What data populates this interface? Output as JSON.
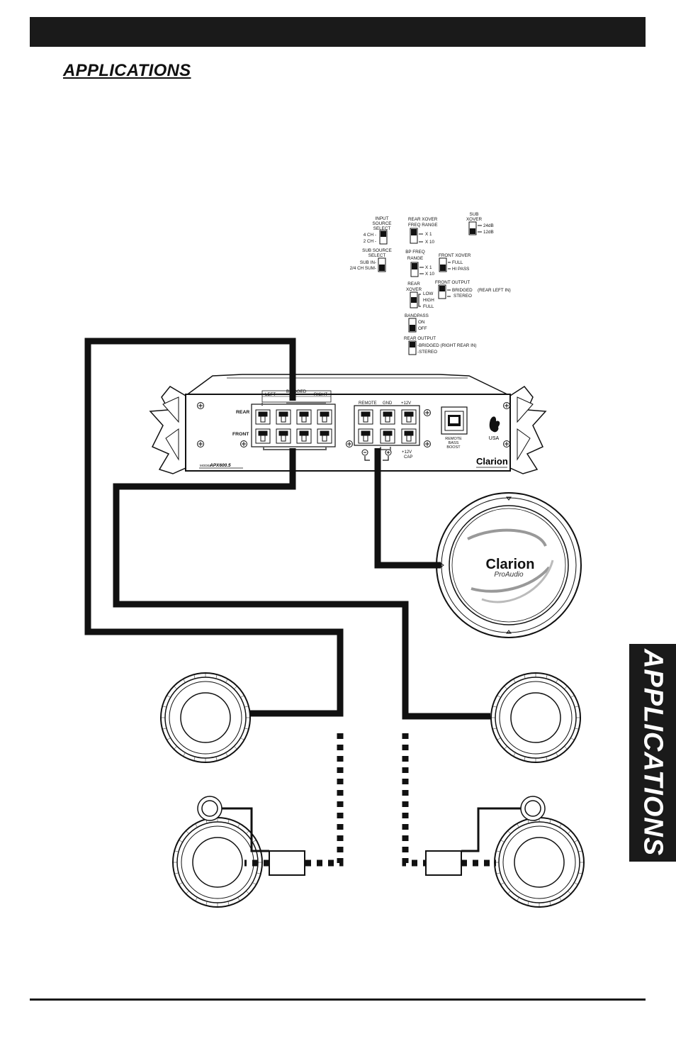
{
  "header": {
    "title": "APPLICATIONS"
  },
  "sidebar": {
    "tab_label": "APPLICATIONS"
  },
  "switches": {
    "input_source": {
      "title1": "INPUT",
      "title2": "SOURCE",
      "title3": "SELECT",
      "opt1": "4 CH -",
      "opt2": "2 CH -"
    },
    "sub_source": {
      "title1": "SUB SOURCE",
      "title2": "SELECT",
      "opt1": "SUB IN-",
      "opt2": "2/4 CH SUM-"
    },
    "rear_xover_freq": {
      "title1": "REAR XOVER",
      "title2": "FREQ RANGE",
      "opt1": "X 1",
      "opt2": "X 10"
    },
    "sub_xover": {
      "title1": "SUB",
      "title2": "XOVER",
      "opt1": "24dB",
      "opt2": "12dB"
    },
    "bp_freq": {
      "title1": "BP FREQ",
      "title2": "RANGE",
      "opt1": "X 1",
      "opt2": "X 10"
    },
    "front_xover": {
      "title": "FRONT XOVER",
      "opt1": "FULL",
      "opt2": "HI PASS"
    },
    "rear_xover": {
      "title1": "REAR",
      "title2": "XOVER",
      "opt1": "LOW",
      "opt2": "HIGH",
      "opt3": "FULL"
    },
    "front_output": {
      "title": "FRONT OUTPUT",
      "opt1": "BRIDGED",
      "opt2": "STEREO",
      "note": "(REAR LEFT IN)"
    },
    "bandpass": {
      "title": "BANDPASS",
      "opt1": "ON",
      "opt2": "OFF"
    },
    "rear_output": {
      "title": "REAR OUTPUT",
      "opt1": "-BRIDGED (RIGHT REAR IN)",
      "opt2": "-STEREO"
    }
  },
  "amplifier": {
    "bridged": "BRIDGED",
    "left": "LEFT",
    "right": "RIGHT",
    "rear": "REAR",
    "front": "FRONT",
    "remote": "REMOTE",
    "gnd": "GND",
    "plus12v": "+12V",
    "cap1": "+12V",
    "cap2": "CAP",
    "remote_bass_boost1": "REMOTE",
    "remote_bass_boost2": "BASS",
    "remote_bass_boost3": "BOOST",
    "usa": "USA",
    "model_prefix": "MODEL",
    "model": "APX600.5",
    "brand": "Clarion"
  },
  "subwoofer": {
    "brand": "Clarion",
    "sub_brand": "ProAudio"
  }
}
